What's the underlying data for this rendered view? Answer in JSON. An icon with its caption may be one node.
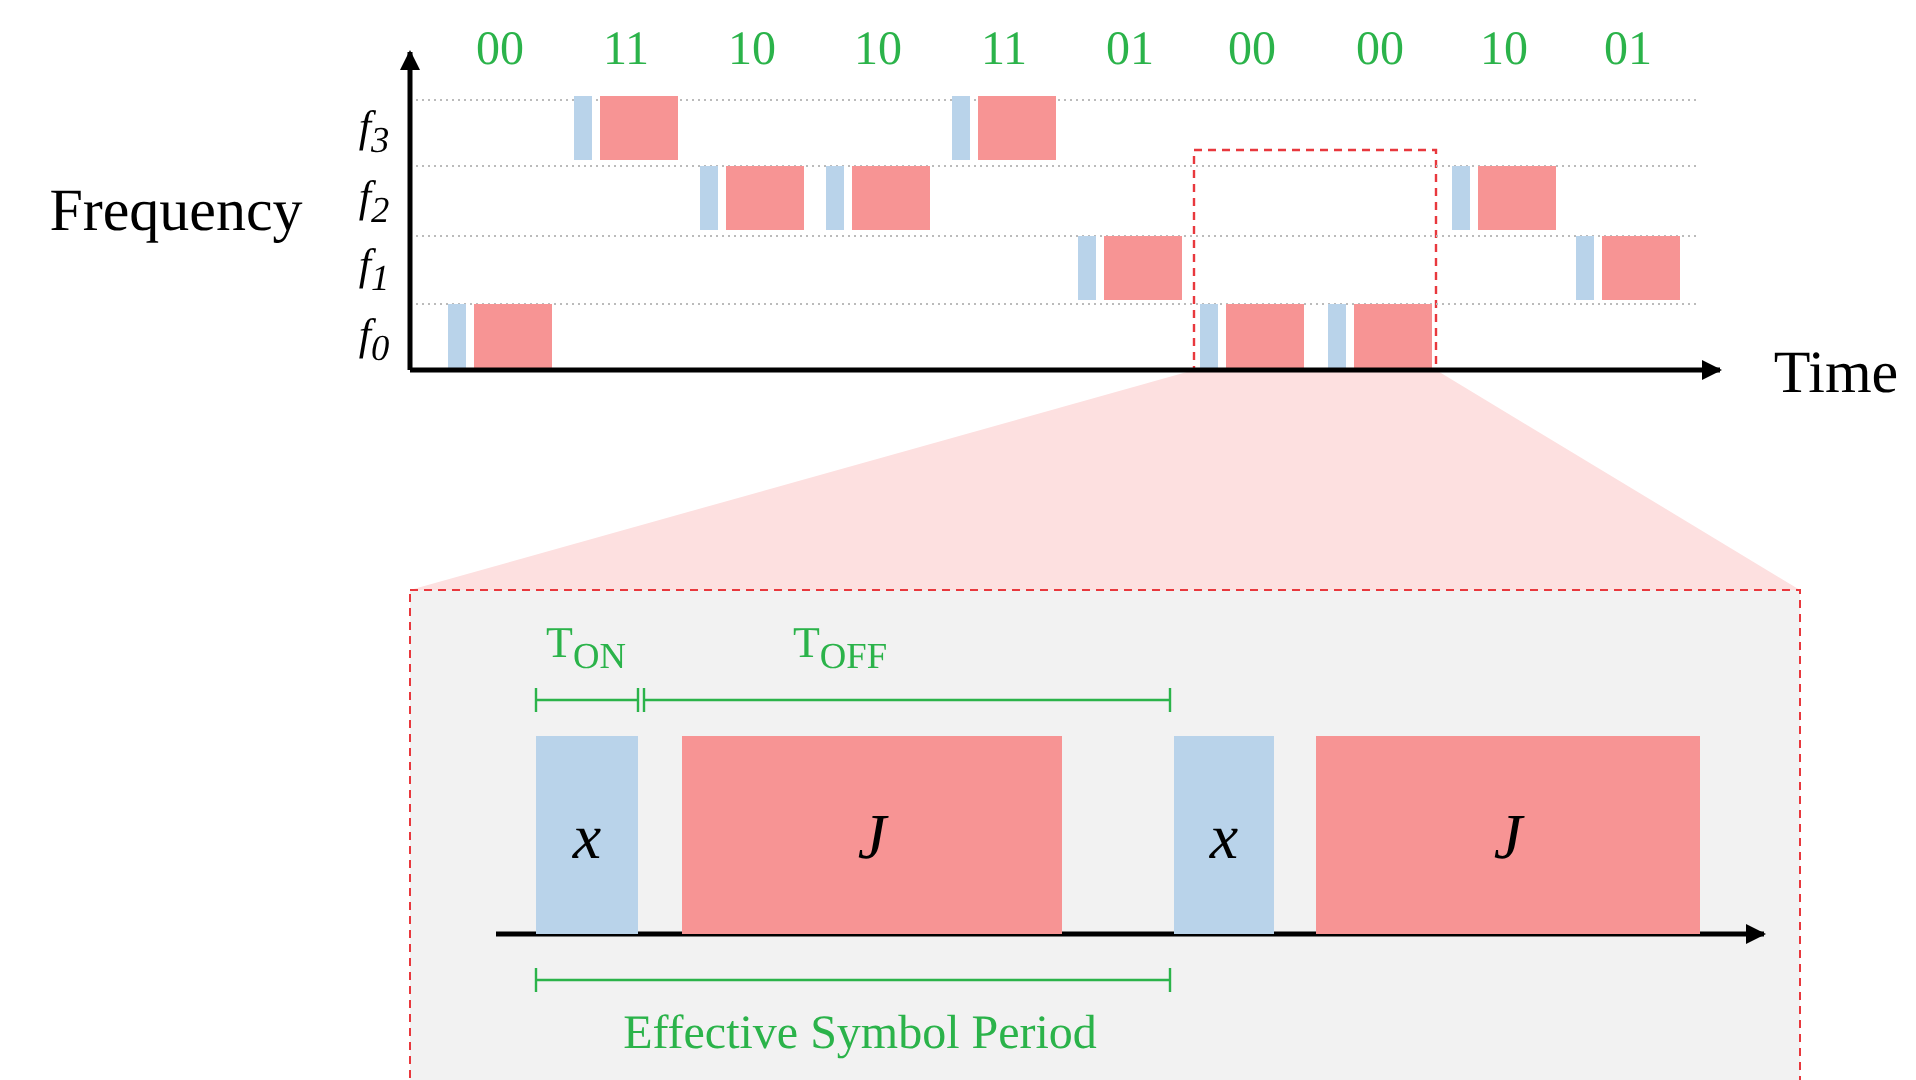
{
  "diagram": {
    "nodes": [
      {
        "text": [
          "x"
        ]
      },
      {
        "text": [
          "J"
        ]
      },
      {
        "text": [
          "x"
        ]
      },
      {
        "text": [
          "J"
        ]
      }
    ],
    "labels": [
      "00",
      "11",
      "10",
      "10",
      "11",
      "01",
      "00",
      "00",
      "10",
      "01",
      "Frequency",
      "f$_{3}$",
      "f$_{2}$",
      "f$_{1}$",
      "f$_{0}$",
      "Time",
      "T$_{ON}$",
      "T$_{OFF}$",
      "Effective Symbol Period"
    ]
  }
}
